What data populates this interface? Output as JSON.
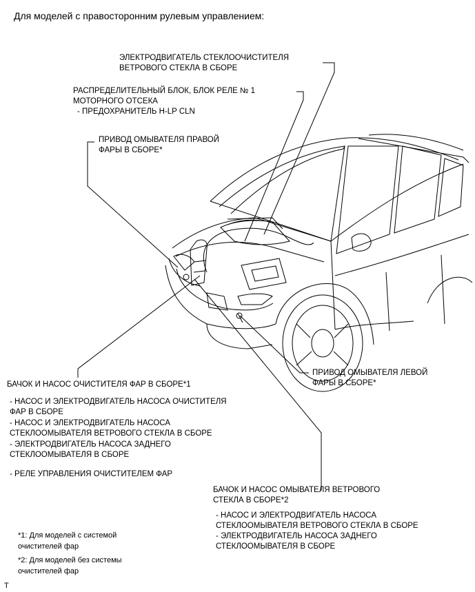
{
  "header": "Для моделей с правосторонним рулевым управлением:",
  "callouts": {
    "wiper_motor": [
      "ЭЛЕКТРОДВИГАТЕЛЬ СТЕКЛООЧИСТИТЕЛЯ",
      "ВЕТРОВОГО СТЕКЛА В СБОРЕ"
    ],
    "relay_block": [
      "РАСПРЕДЕЛИТЕЛЬНЫЙ БЛОК, БЛОК РЕЛЕ № 1",
      "МОТОРНОГО ОТСЕКА",
      " - ПРЕДОХРАНИТЕЛЬ H-LP CLN"
    ],
    "right_headlight_actuator": [
      "ПРИВОД ОМЫВАТЕЛЯ ПРАВОЙ",
      "ФАРЫ В СБОРЕ*"
    ],
    "headlight_cleaner_tank": [
      "БАЧОК И НАСОС ОЧИСТИТЕЛЯ ФАР В СБОРЕ*1"
    ],
    "headlight_cleaner_tank_items": [
      "- НАСОС И ЭЛЕКТРОДВИГАТЕЛЬ НАСОСА ОЧИСТИТЕЛЯ",
      "ФАР В СБОРЕ",
      "- НАСОС И ЭЛЕКТРОДВИГАТЕЛЬ НАСОСА",
      "СТЕКЛООМЫВАТЕЛЯ ВЕТРОВОГО СТЕКЛА В СБОРЕ",
      "- ЭЛЕКТРОДВИГАТЕЛЬ НАСОСА ЗАДНЕГО",
      "СТЕКЛООМЫВАТЕЛЯ В СБОРЕ"
    ],
    "headlight_cleaner_relay": "- РЕЛЕ УПРАВЛЕНИЯ ОЧИСТИТЕЛЕМ ФАР",
    "left_headlight_actuator": [
      "ПРИВОД ОМЫВАТЕЛЯ ЛЕВОЙ",
      "ФАРЫ В СБОРЕ*"
    ],
    "windshield_washer_tank": [
      "БАЧОК И НАСОС ОМЫВАТЕЛЯ ВЕТРОВОГО",
      "СТЕКЛА В СБОРЕ*2"
    ],
    "windshield_washer_tank_items": [
      "- НАСОС И ЭЛЕКТРОДВИГАТЕЛЬ НАСОСА",
      "СТЕКЛООМЫВАТЕЛЯ ВЕТРОВОГО СТЕКЛА В СБОРЕ",
      "- ЭЛЕКТРОДВИГАТЕЛЬ НАСОСА ЗАДНЕГО",
      "СТЕКЛООМЫВАТЕЛЯ В СБОРЕ"
    ]
  },
  "notes": [
    [
      "*1: Для моделей с системой",
      "очистителей фар"
    ],
    [
      "*2: Для моделей без системы",
      "очистителей фар"
    ]
  ],
  "corner_mark": "T"
}
